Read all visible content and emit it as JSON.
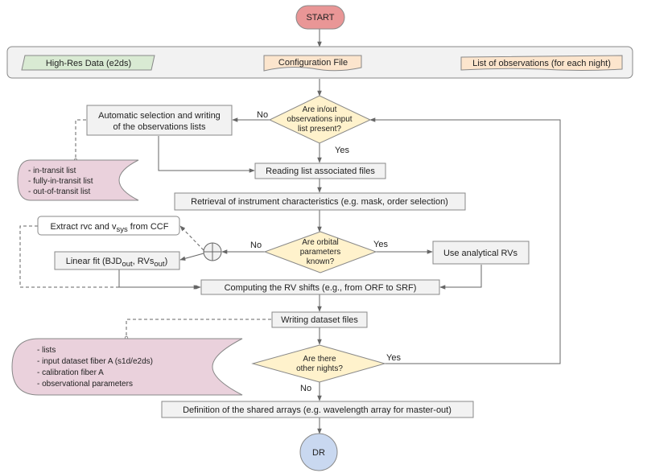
{
  "start": {
    "label": "START"
  },
  "inputs": {
    "high_res": "High-Res Data (e2ds)",
    "config": "Configuration File",
    "observations": "List of observations (for each night)"
  },
  "decision_lists": {
    "line1": "Are in/out",
    "line2": "observations input",
    "line3": "list present?",
    "no": "No",
    "yes": "Yes"
  },
  "auto_selection": {
    "line1": "Automatic selection and writing",
    "line2": "of the observations lists"
  },
  "transit_lists": {
    "items": [
      "- in-transit list",
      "- fully-in-transit list",
      "- out-of-transit list"
    ]
  },
  "reading_list": "Reading list associated files",
  "retrieval": "Retrieval of instrument characteristics (e.g. mask, order selection)",
  "extract_rvc": {
    "prefix": "Extract rvc and v",
    "sub": "sys",
    "suffix": " from CCF"
  },
  "linear_fit": {
    "prefix": "Linear fit (BJD",
    "sub1": "out",
    "mid": ", RVs",
    "sub2": "out",
    "suffix": ")"
  },
  "decision_orbital": {
    "line1": "Are orbital",
    "line2": "parameters",
    "line3": "known?",
    "no": "No",
    "yes": "Yes"
  },
  "analytical_rvs": "Use analytical RVs",
  "rv_shifts": "Computing the RV shifts (e.g., from ORF to SRF)",
  "writing_dataset": "Writing dataset files",
  "dataset_store": {
    "items": [
      "- lists",
      "- input dataset fiber A (s1d/e2ds)",
      "- calibration fiber A",
      "- observational parameters"
    ]
  },
  "decision_nights": {
    "line1": "Are there",
    "line2": "other nights?",
    "no": "No",
    "yes": "Yes"
  },
  "shared_arrays": "Definition of the shared arrays  (e.g. wavelength array for master-out)",
  "end": {
    "label": "DR"
  },
  "colors": {
    "terminal_red": "#e99696",
    "terminal_blue": "#c9d8f0",
    "decision": "#fff2cc",
    "process": "#f2f2f2",
    "data_green": "#d9ead3",
    "data_orange": "#fce5cd",
    "store_pink": "#ead1dc",
    "line": "#666666"
  }
}
